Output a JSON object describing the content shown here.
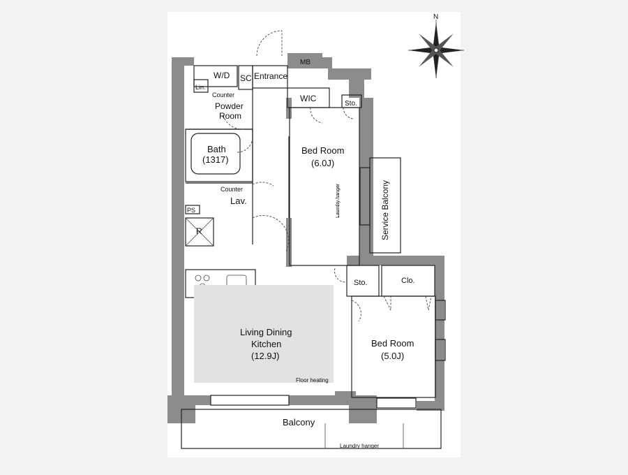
{
  "compass": {
    "north_label": "N"
  },
  "rooms": {
    "wd": "W/D",
    "sc": "SC",
    "entrance": "Entrance",
    "mb": "MB",
    "lin": "Lin.",
    "counter_powder": "Counter",
    "powder_line1": "Powder",
    "powder_line2": "Room",
    "wic": "WIC",
    "sto_top": "Sto.",
    "bath": "Bath",
    "bath_size": "(1317)",
    "counter_lav": "Counter",
    "lav": "Lav.",
    "ps": "PS",
    "r": "R",
    "bed1": "Bed Room",
    "bed1_size": "(6.0J)",
    "laundry_hanger_vertical": "Laundry hanger",
    "service_balcony": "Service Balcony",
    "sto_mid": "Sto.",
    "clo": "Clo.",
    "ldk_line1": "Living Dining",
    "ldk_line2": "Kitchen",
    "ldk_size": "(12.9J)",
    "floor_heating": "Floor heating",
    "bed2": "Bed Room",
    "bed2_size": "(5.0J)",
    "balcony": "Balcony",
    "laundry_hanger_balcony": "Laundry hanger"
  }
}
